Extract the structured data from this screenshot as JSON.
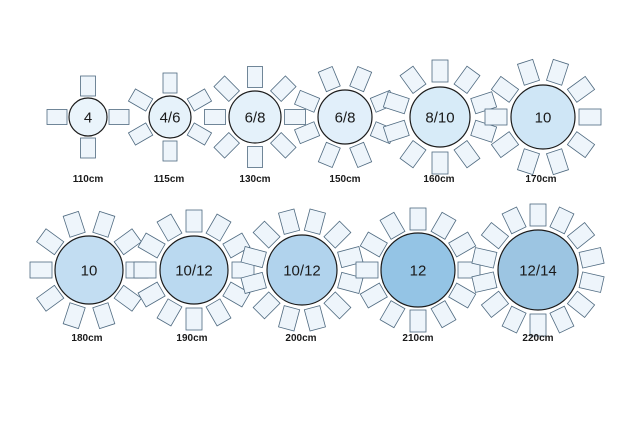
{
  "palette": {
    "chair_fill": "#eef5fb",
    "chair_stroke": "#4f6a80",
    "table_stroke": "#1c1c1c"
  },
  "tables": [
    {
      "seats": "4",
      "size": "110cm",
      "table_fill": "#eaf4fb",
      "chairs": 4
    },
    {
      "seats": "4/6",
      "size": "115cm",
      "table_fill": "#e6f2fa",
      "chairs": 6
    },
    {
      "seats": "6/8",
      "size": "130cm",
      "table_fill": "#e4f1fa",
      "chairs": 8
    },
    {
      "seats": "6/8",
      "size": "150cm",
      "table_fill": "#e1effa",
      "chairs": 8
    },
    {
      "seats": "8/10",
      "size": "160cm",
      "table_fill": "#d7ebf8",
      "chairs": 10
    },
    {
      "seats": "10",
      "size": "170cm",
      "table_fill": "#cfe6f6",
      "chairs": 10
    },
    {
      "seats": "10",
      "size": "180cm",
      "table_fill": "#c2ddf2",
      "chairs": 10
    },
    {
      "seats": "10/12",
      "size": "190cm",
      "table_fill": "#bad9f0",
      "chairs": 12
    },
    {
      "seats": "10/12",
      "size": "200cm",
      "table_fill": "#b1d3ed",
      "chairs": 12
    },
    {
      "seats": "12",
      "size": "210cm",
      "table_fill": "#94c4e5",
      "chairs": 12
    },
    {
      "seats": "12/14",
      "size": "220cm",
      "table_fill": "#9cc5e2",
      "chairs": 14
    }
  ]
}
